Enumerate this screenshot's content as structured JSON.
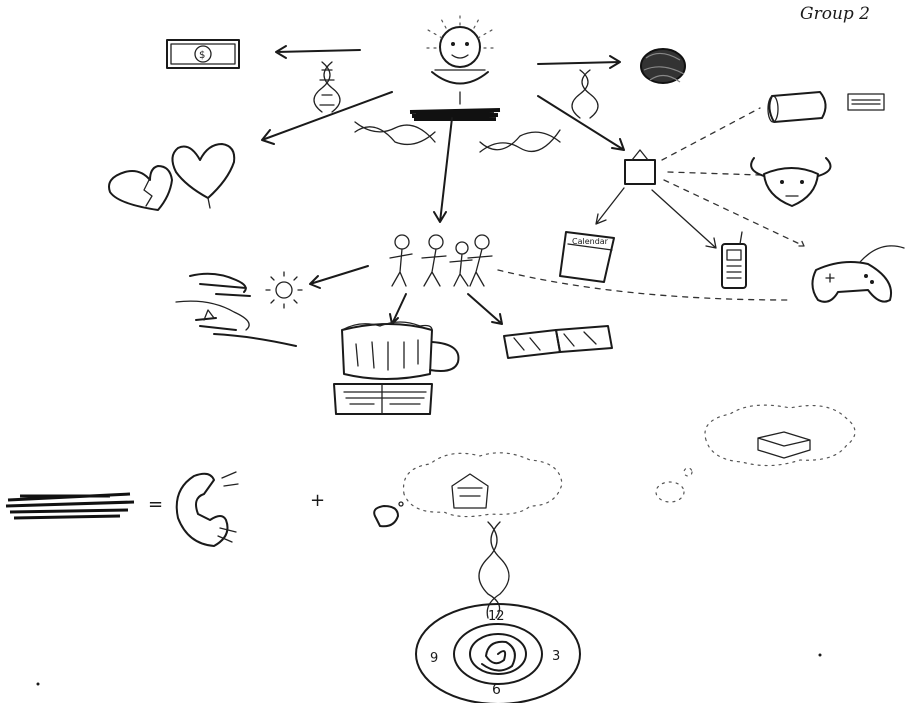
{
  "header": {
    "group_label": "Group 2"
  },
  "calendar_label": "Calendar",
  "clock": {
    "numbers": {
      "top": "12",
      "right": "3",
      "bottom": "6",
      "left": "9"
    }
  },
  "colors": {
    "ink": "#1a1a1a",
    "paper": "#ffffff"
  }
}
